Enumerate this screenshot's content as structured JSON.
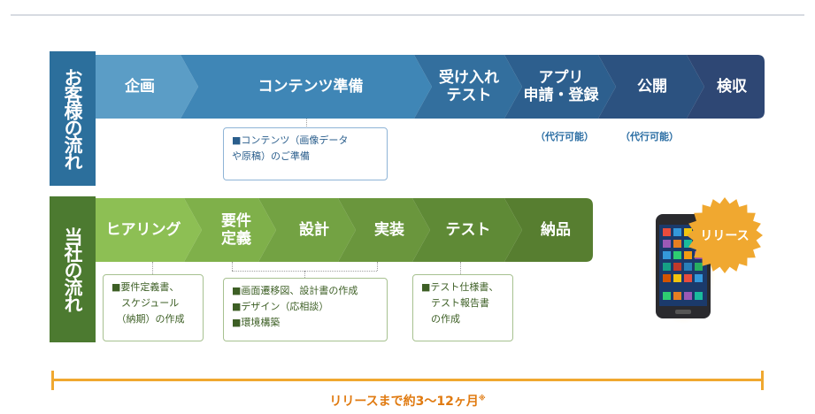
{
  "client_flow": {
    "label": "お客様の流れ",
    "steps": [
      {
        "label": "企画",
        "color": "#5b9dc6"
      },
      {
        "label": "コンテンツ準備",
        "color": "#3f86b6"
      },
      {
        "label": "受け入れ\nテスト",
        "color": "#336f9e"
      },
      {
        "label": "アプリ\n申請・登録",
        "color": "#2d5f8e"
      },
      {
        "label": "公開",
        "color": "#2c5280"
      },
      {
        "label": "検収",
        "color": "#2e4774"
      }
    ],
    "subnotes": [
      "（代行可能）",
      "（代行可能）"
    ],
    "note": "■コンテンツ（画像データ\nや原稿）のご準備"
  },
  "company_flow": {
    "label": "当社の流れ",
    "steps": [
      {
        "label": "ヒアリング",
        "color": "#8dbf54"
      },
      {
        "label": "要件\n定義",
        "color": "#7fb04a"
      },
      {
        "label": "設計",
        "color": "#73a243"
      },
      {
        "label": "実装",
        "color": "#6a963d"
      },
      {
        "label": "テスト",
        "color": "#5f8a36"
      },
      {
        "label": "納品",
        "color": "#577e30"
      }
    ],
    "notes": [
      "■要件定義書、\n　スケジュール\n　（納期）の作成",
      "■画面遷移図、設計書の作成\n■デザイン（応相談）\n■環境構築",
      "■テスト仕様書、\n　テスト報告書\n　の作成"
    ]
  },
  "release_badge": "リリース",
  "timeline": {
    "text": "リリースまで約3～12ヶ月",
    "mark": "※"
  },
  "colors": {
    "accent_orange": "#f0a830",
    "text_orange": "#e07a10",
    "client_blue": "#2c6f9c",
    "company_green": "#4c7a30"
  }
}
